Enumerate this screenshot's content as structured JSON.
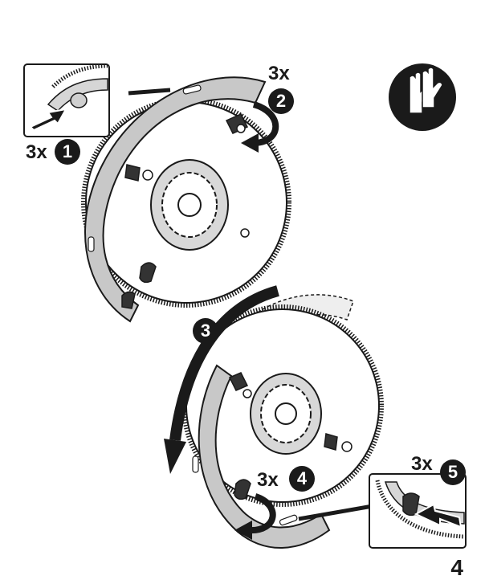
{
  "labels": {
    "step1_count": "3x",
    "step1_number": "1",
    "step2_count": "3x",
    "step2_number": "2",
    "step3_number": "3",
    "step4_count": "3x",
    "step4_number": "4",
    "step5_count": "3x",
    "step5_number": "5"
  },
  "page_number": "4",
  "icons": [
    "gloves-icon",
    "push-arrow-icon",
    "rotate-arrow-icon",
    "rotation-direction-arrow-icon"
  ],
  "colors": {
    "ink": "#1a1a1a",
    "ring_fill": "#c8c8c8",
    "ring_light": "#e0e0e0",
    "background": "#ffffff"
  }
}
